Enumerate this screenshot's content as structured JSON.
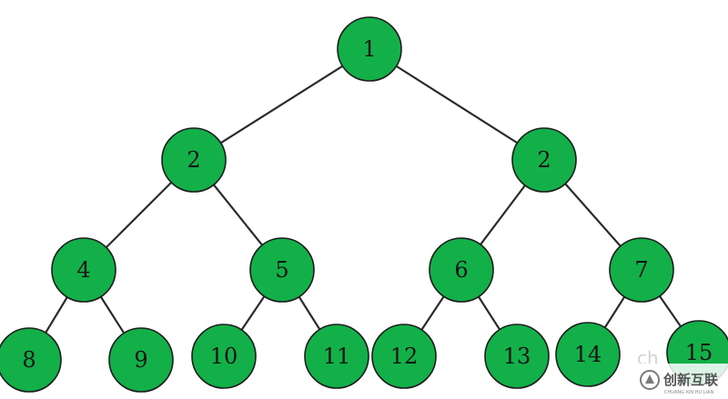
{
  "colors": {
    "node_fill": "#13b04a",
    "node_stroke": "#1c1c1c",
    "edge": "#2b2b2b",
    "label": "#141414"
  },
  "tree": {
    "nodes": [
      {
        "id": "n1",
        "label": "1"
      },
      {
        "id": "n2a",
        "label": "2"
      },
      {
        "id": "n2b",
        "label": "2"
      },
      {
        "id": "n4",
        "label": "4"
      },
      {
        "id": "n5",
        "label": "5"
      },
      {
        "id": "n6",
        "label": "6"
      },
      {
        "id": "n7",
        "label": "7"
      },
      {
        "id": "n8",
        "label": "8"
      },
      {
        "id": "n9",
        "label": "9"
      },
      {
        "id": "n10",
        "label": "10"
      },
      {
        "id": "n11",
        "label": "11"
      },
      {
        "id": "n12",
        "label": "12"
      },
      {
        "id": "n13",
        "label": "13"
      },
      {
        "id": "n14",
        "label": "14"
      },
      {
        "id": "n15",
        "label": "15"
      }
    ],
    "edges": [
      [
        "n1",
        "n2a"
      ],
      [
        "n1",
        "n2b"
      ],
      [
        "n2a",
        "n4"
      ],
      [
        "n2a",
        "n5"
      ],
      [
        "n2b",
        "n6"
      ],
      [
        "n2b",
        "n7"
      ],
      [
        "n4",
        "n8"
      ],
      [
        "n4",
        "n9"
      ],
      [
        "n5",
        "n10"
      ],
      [
        "n5",
        "n11"
      ],
      [
        "n6",
        "n12"
      ],
      [
        "n6",
        "n13"
      ],
      [
        "n7",
        "n14"
      ],
      [
        "n7",
        "n15"
      ]
    ]
  },
  "watermark": {
    "faint_text": "ch",
    "brand_name": "创新互联",
    "brand_sub": "CHUANG XIN HU LIAN"
  }
}
